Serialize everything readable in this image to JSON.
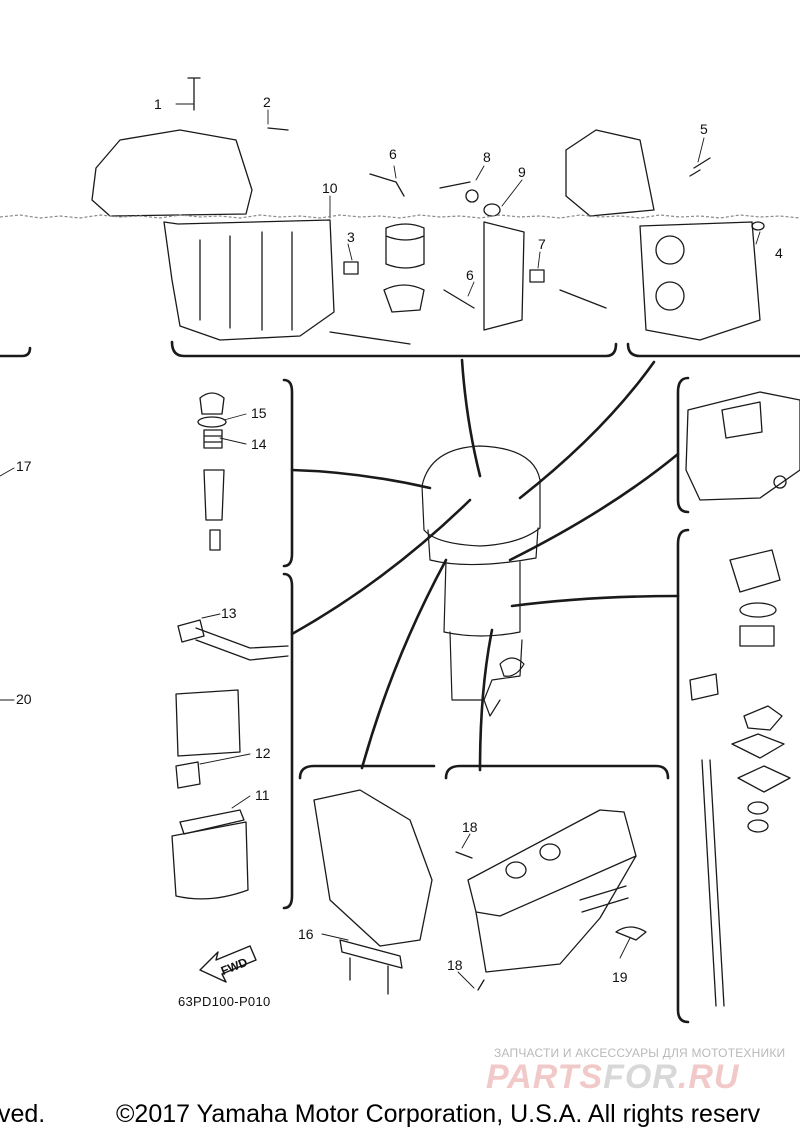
{
  "callouts": [
    {
      "id": "1",
      "label": "1"
    },
    {
      "id": "2",
      "label": "2"
    },
    {
      "id": "3",
      "label": "3"
    },
    {
      "id": "4",
      "label": "4"
    },
    {
      "id": "5",
      "label": "5"
    },
    {
      "id": "6a",
      "label": "6"
    },
    {
      "id": "6b",
      "label": "6"
    },
    {
      "id": "7",
      "label": "7"
    },
    {
      "id": "8",
      "label": "8"
    },
    {
      "id": "9",
      "label": "9"
    },
    {
      "id": "10",
      "label": "10"
    },
    {
      "id": "11",
      "label": "11"
    },
    {
      "id": "12",
      "label": "12"
    },
    {
      "id": "13",
      "label": "13"
    },
    {
      "id": "14",
      "label": "14"
    },
    {
      "id": "15",
      "label": "15"
    },
    {
      "id": "16",
      "label": "16"
    },
    {
      "id": "17",
      "label": "17"
    },
    {
      "id": "18a",
      "label": "18"
    },
    {
      "id": "18b",
      "label": "18"
    },
    {
      "id": "19",
      "label": "19"
    },
    {
      "id": "20",
      "label": "20"
    }
  ],
  "fwd_label": "FWD",
  "ref_code": "63PD100-P010",
  "watermark": {
    "tagline": "ЗАПЧАСТИ И АКСЕССУАРЫ ДЛЯ МОТОТЕХНИКИ",
    "logo_start": "PARTS",
    "logo_mid": "FOR",
    "logo_end": ".RU"
  },
  "footer": {
    "left_fragment": "ved.",
    "copyright": "©2017 Yamaha Motor Corporation, U.S.A. All rights reserv"
  }
}
